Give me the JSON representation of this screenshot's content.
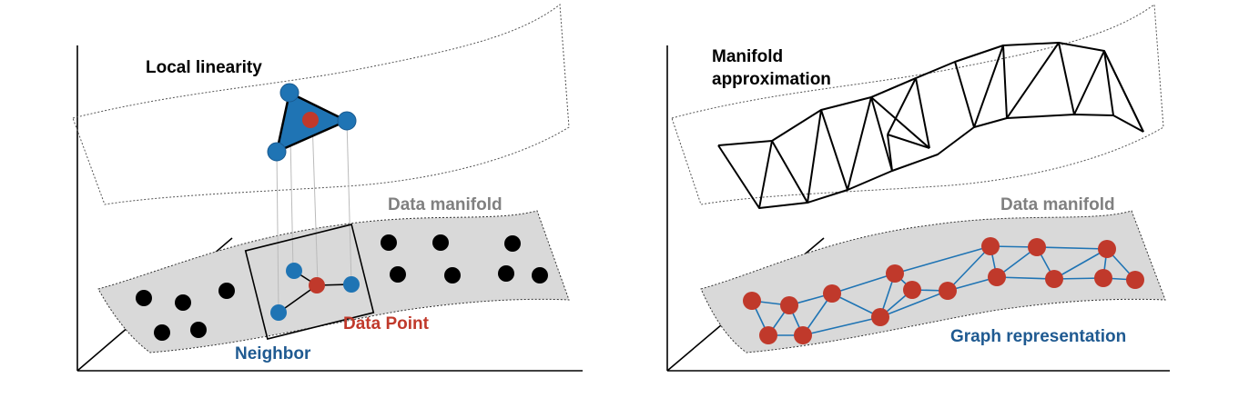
{
  "left_panel": {
    "top_label": "Local linearity",
    "manifold_label": "Data manifold",
    "neighbor_label": "Neighbor",
    "data_point_label": "Data Point"
  },
  "right_panel": {
    "top_label_line1": "Manifold",
    "top_label_line2": "approximation",
    "manifold_label": "Data manifold",
    "graph_label": "Graph representation"
  },
  "colors": {
    "blue": "#1f74b4",
    "red": "#c0392b",
    "manifold_fill": "#d9d9d9",
    "grey_text": "#808080",
    "blue_text": "#1f5a91",
    "red_text": "#c0392b"
  }
}
